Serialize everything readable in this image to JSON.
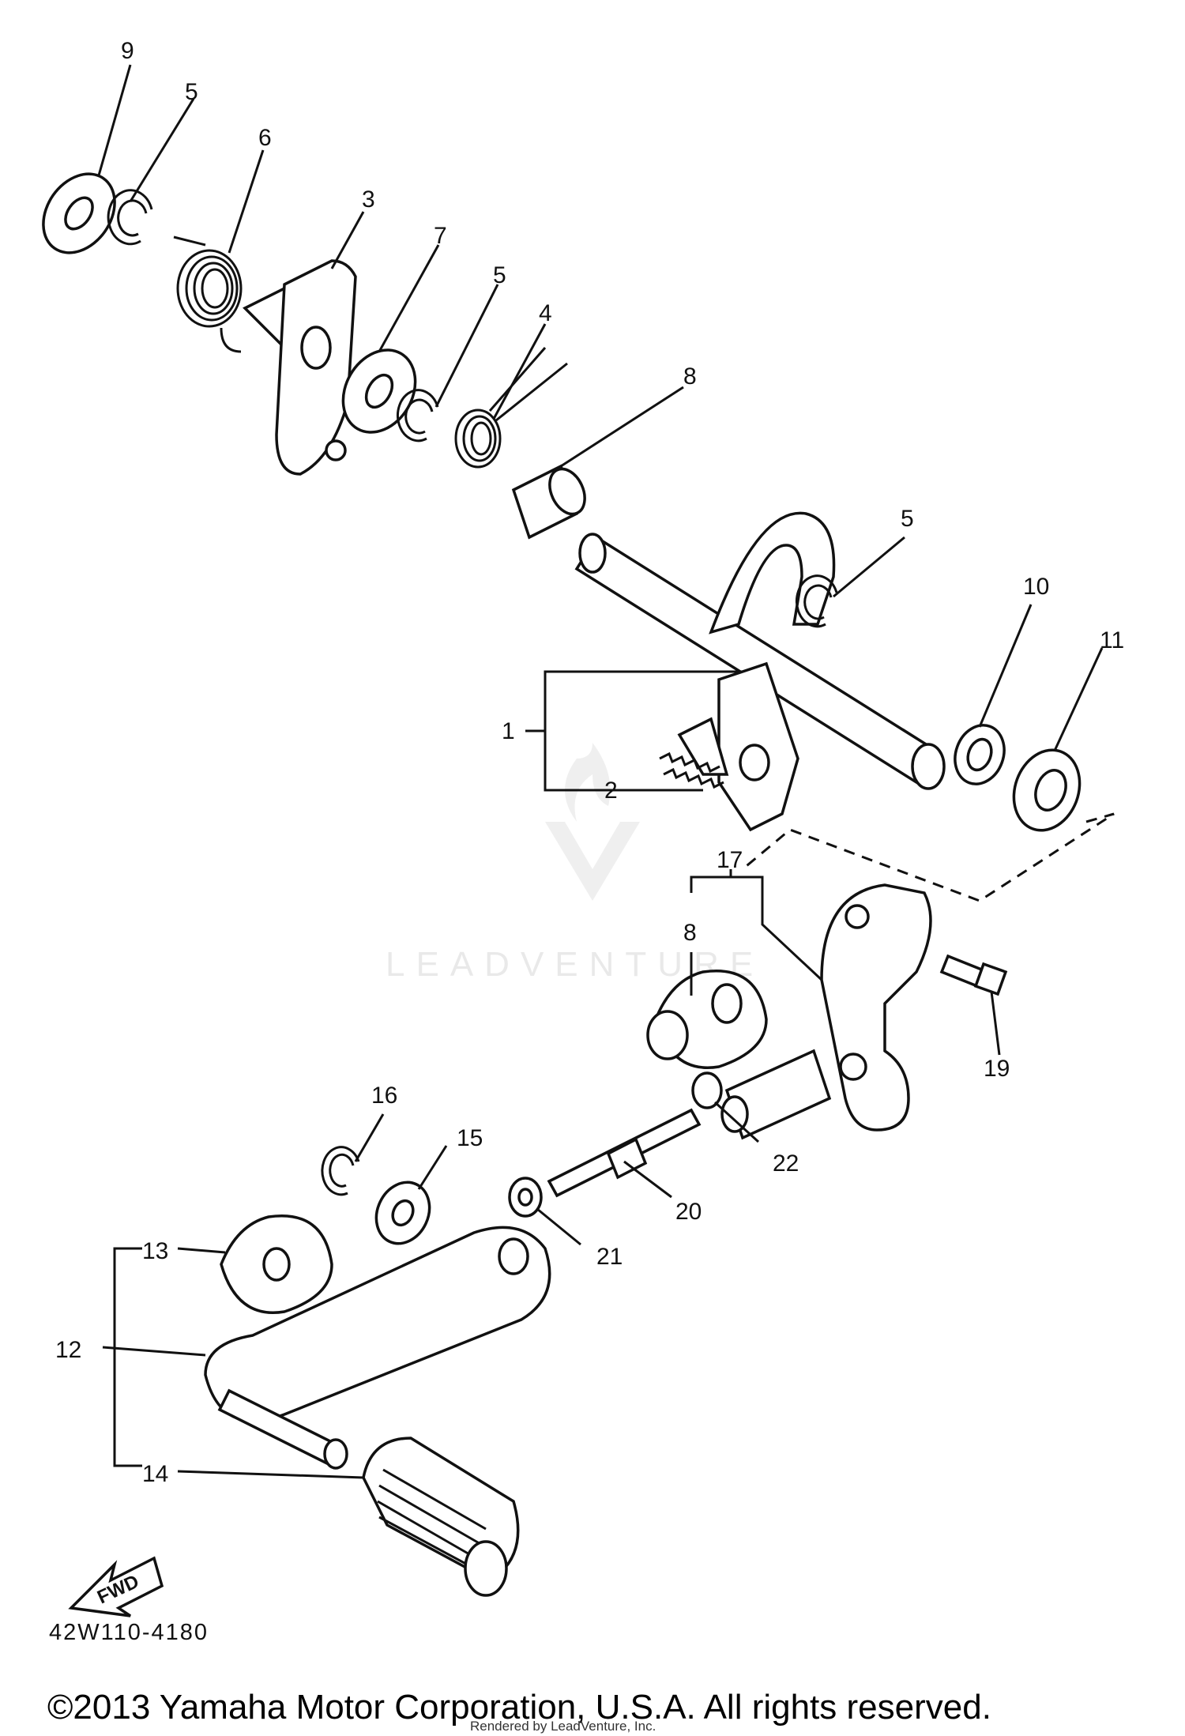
{
  "labels": {
    "p9": "9",
    "p5a": "5",
    "p6": "6",
    "p3": "3",
    "p7": "7",
    "p5b": "5",
    "p4": "4",
    "p8a": "8",
    "p5c": "5",
    "p10": "10",
    "p11": "11",
    "p1": "1",
    "p2": "2",
    "p17": "17",
    "p8b": "8",
    "p19": "19",
    "p16": "16",
    "p15": "15",
    "p22": "22",
    "p20": "20",
    "p21": "21",
    "p13": "13",
    "p12": "12",
    "p14": "14"
  },
  "fwd": "FWD",
  "code": "42W110-4180",
  "watermark": "LEADVENTURE",
  "copyright": "©2013 Yamaha Motor Corporation, U.S.A. All rights reserved.",
  "rendered_by": "Rendered by LeadVenture, Inc."
}
